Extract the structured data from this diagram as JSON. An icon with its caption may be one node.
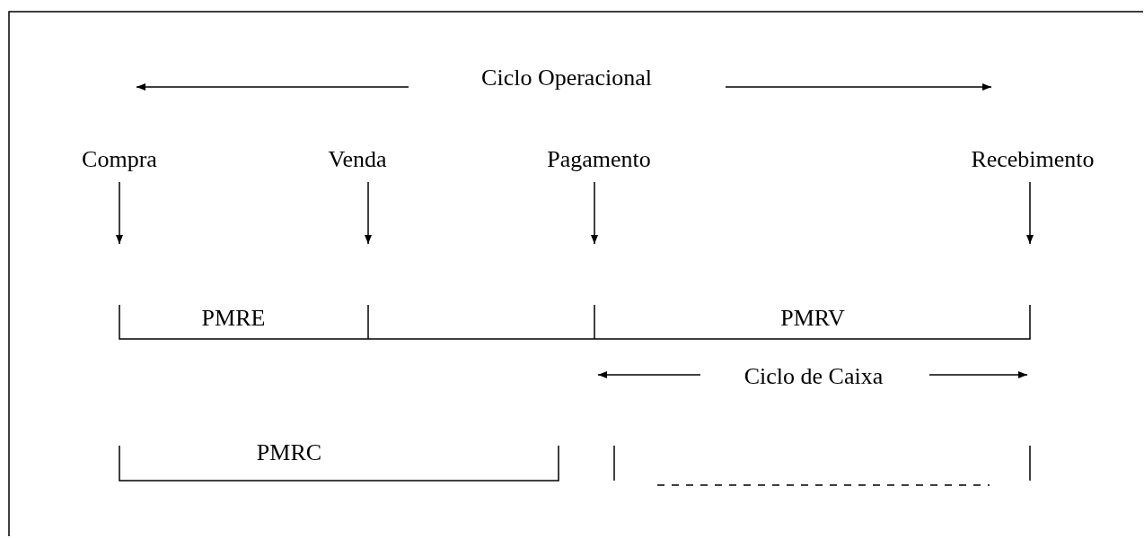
{
  "diagram": {
    "nodes": [
      {
        "text": [
          "Compra"
        ]
      },
      {
        "text": [
          "Venda"
        ]
      },
      {
        "text": [
          "Pagamento"
        ]
      },
      {
        "text": [
          "Recebimento"
        ]
      }
    ],
    "edges": [
      {
        "from": 0,
        "to": null,
        "arrow": "to"
      },
      {
        "from": 1,
        "to": null,
        "arrow": "to"
      },
      {
        "from": 2,
        "to": null,
        "arrow": "to"
      },
      {
        "from": 3,
        "to": null,
        "arrow": "to"
      }
    ],
    "labels": [
      "Ciclo Operacional",
      "PMRE",
      "PMRV",
      "Ciclo de Caixa",
      "PMRC"
    ]
  }
}
